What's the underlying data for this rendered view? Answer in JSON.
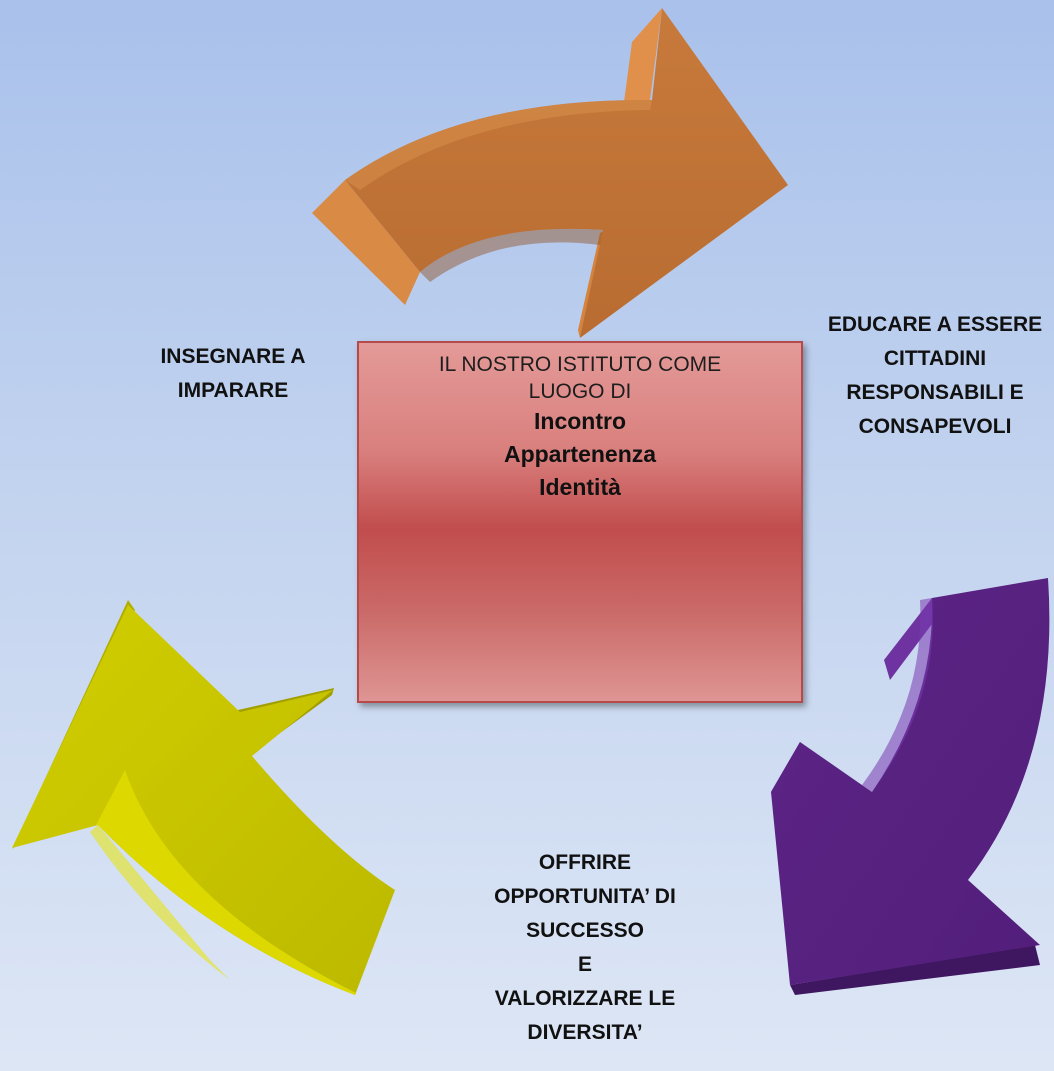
{
  "center": {
    "intro_line1": "IL NOSTRO ISTITUTO COME",
    "intro_line2": "LUOGO DI",
    "key_words": [
      "Incontro",
      "Appartenenza",
      "Identità"
    ]
  },
  "labels": {
    "left": [
      "INSEGNARE A",
      "IMPARARE"
    ],
    "right": [
      "EDUCARE A ESSERE",
      "CITTADINI",
      "RESPONSABILI E",
      "CONSAPEVOLI"
    ],
    "bottom": [
      "OFFRIRE",
      "OPPORTUNITA’ DI",
      "SUCCESSO",
      "E",
      "VALORIZZARE LE",
      "DIVERSITA’"
    ]
  },
  "colors": {
    "arrow_orange": "#c07435",
    "arrow_purple": "#582282",
    "arrow_yellow": "#c6c300",
    "box_fill": "#c14d4d"
  },
  "icons": {
    "top": "curved-arrow-right-icon",
    "right": "curved-arrow-down-icon",
    "left": "curved-arrow-up-icon"
  }
}
